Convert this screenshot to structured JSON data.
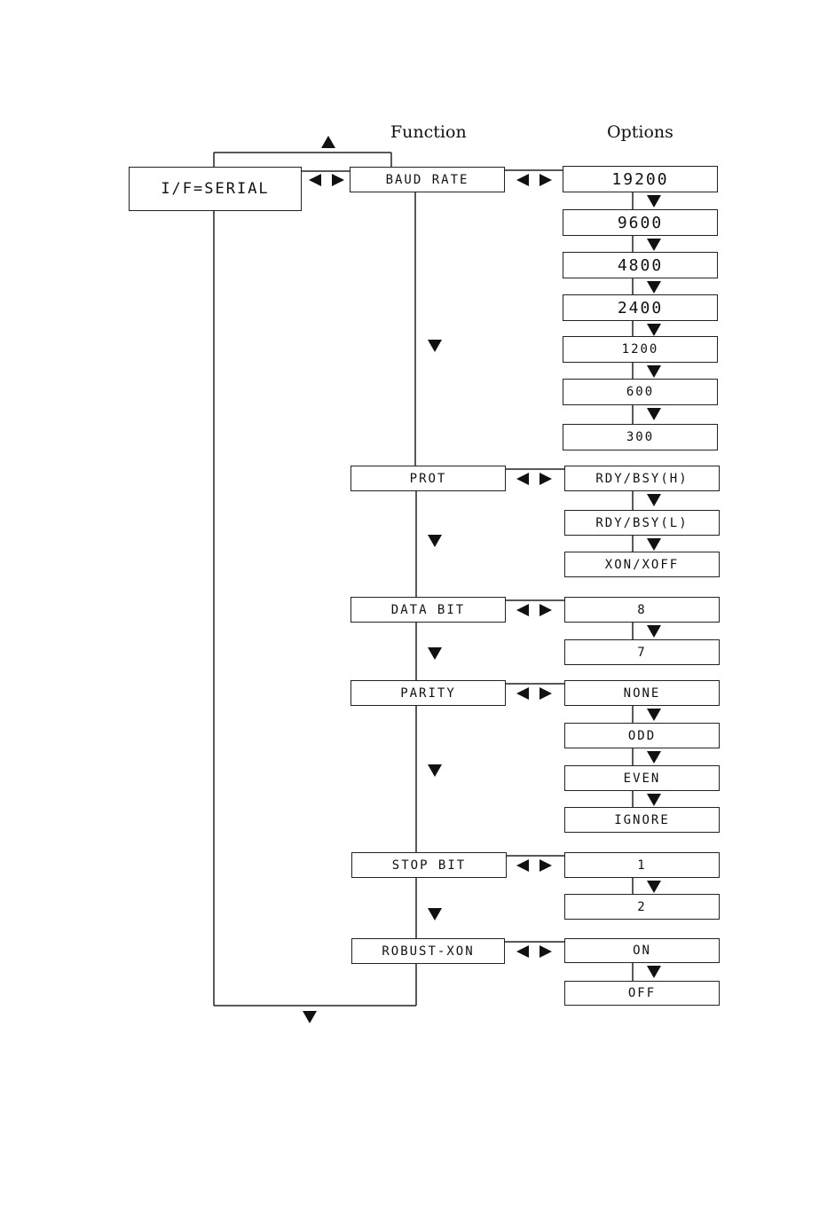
{
  "headers": {
    "function": "Function",
    "options": "Options"
  },
  "main": {
    "label": "I/F=SERIAL"
  },
  "groups": [
    {
      "function": "BAUD RATE",
      "options": [
        "19200",
        "9600",
        "4800",
        "2400",
        "1200",
        "600",
        "300"
      ]
    },
    {
      "function": "PROT",
      "options": [
        "RDY/BSY(H)",
        "RDY/BSY(L)",
        "XON/XOFF"
      ]
    },
    {
      "function": "DATA BIT",
      "options": [
        "8",
        "7"
      ]
    },
    {
      "function": "PARITY",
      "options": [
        "NONE",
        "ODD",
        "EVEN",
        "IGNORE"
      ]
    },
    {
      "function": "STOP BIT",
      "options": [
        "1",
        "2"
      ]
    },
    {
      "function": "ROBUST-XON",
      "options": [
        "ON",
        "OFF"
      ]
    }
  ]
}
